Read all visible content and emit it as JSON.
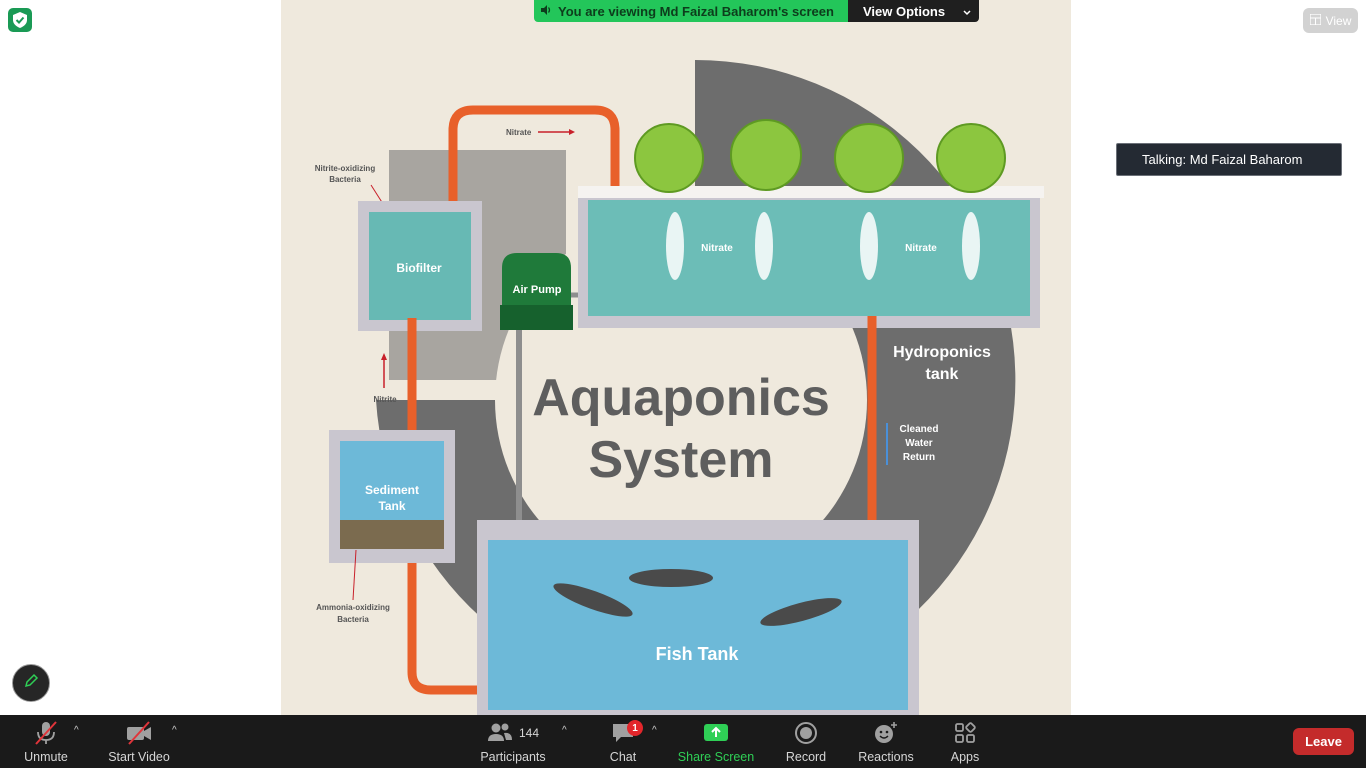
{
  "banner": {
    "status_text": "You are viewing Md Faizal Baharom's screen",
    "view_options_label": "View Options"
  },
  "view_button_label": "View",
  "talking_indicator": "Talking: Md Faizal Baharom",
  "diagram": {
    "title_line1": "Aquaponics",
    "title_line2": "System",
    "labels": {
      "nitrate_top": "Nitrate",
      "nitrite_oxidizing_line1": "Nitrite-oxidizing",
      "nitrite_oxidizing_line2": "Bacteria",
      "biofilter": "Biofilter",
      "air_pump": "Air Pump",
      "nitrate_left": "Nitrate",
      "nitrate_right": "Nitrate",
      "hydroponics_line1": "Hydroponics",
      "hydroponics_line2": "tank",
      "nitrite": "Nitrite",
      "sediment_line1": "Sediment",
      "sediment_line2": "Tank",
      "cleaned_line1": "Cleaned",
      "cleaned_line2": "Water",
      "cleaned_line3": "Return",
      "ammonia_line1": "Ammonia-oxidizing",
      "ammonia_line2": "Bacteria",
      "fish_tank": "Fish Tank"
    }
  },
  "toolbar": {
    "unmute": "Unmute",
    "start_video": "Start Video",
    "participants": "Participants",
    "participants_count": "144",
    "chat": "Chat",
    "chat_badge": "1",
    "share_screen": "Share Screen",
    "record": "Record",
    "reactions": "Reactions",
    "apps": "Apps",
    "leave": "Leave"
  },
  "colors": {
    "share_green": "#23c65a",
    "leave_red": "#c42b2b",
    "toolbar_bg": "#1a1a1a",
    "share_screen_icon": "#2fcf56",
    "pipe_orange": "#e8602a",
    "water_teal": "#6cbdb7",
    "fish_water": "#6db9d8",
    "ring_gray": "#6d6d6d",
    "lettuce_green": "#8cc63f",
    "pump_green": "#1f7a3a"
  }
}
